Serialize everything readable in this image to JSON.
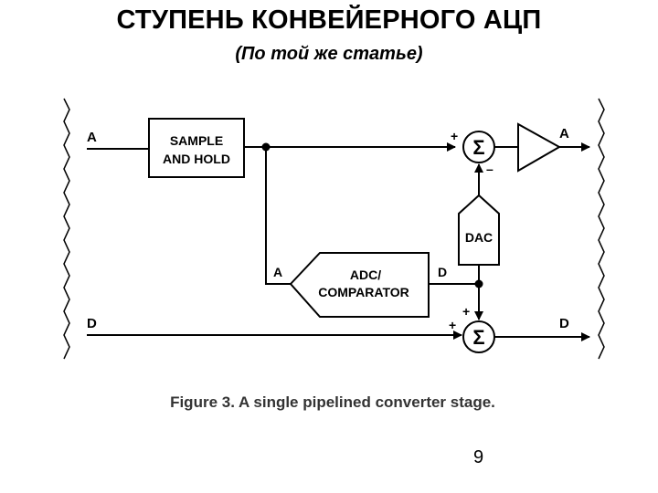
{
  "slide": {
    "title": "СТУПЕНЬ КОНВЕЙЕРНОГО АЦП",
    "subtitle": "(По той же статье)",
    "page_number": "9"
  },
  "diagram": {
    "sample_hold": {
      "line1": "SAMPLE",
      "line2": "AND HOLD"
    },
    "adc": {
      "line1": "ADC/",
      "line2": "COMPARATOR"
    },
    "dac": "DAC",
    "sum_symbol": "Σ",
    "input_a": "A",
    "input_d": "D",
    "output_a": "A",
    "output_d": "D",
    "adc_in_label": "A",
    "adc_out_label": "D",
    "sum1_plus": "+",
    "sum1_minus": "–",
    "sum2_plus_left": "+",
    "sum2_plus_top": "+",
    "caption": "Figure 3. A single pipelined converter stage."
  }
}
